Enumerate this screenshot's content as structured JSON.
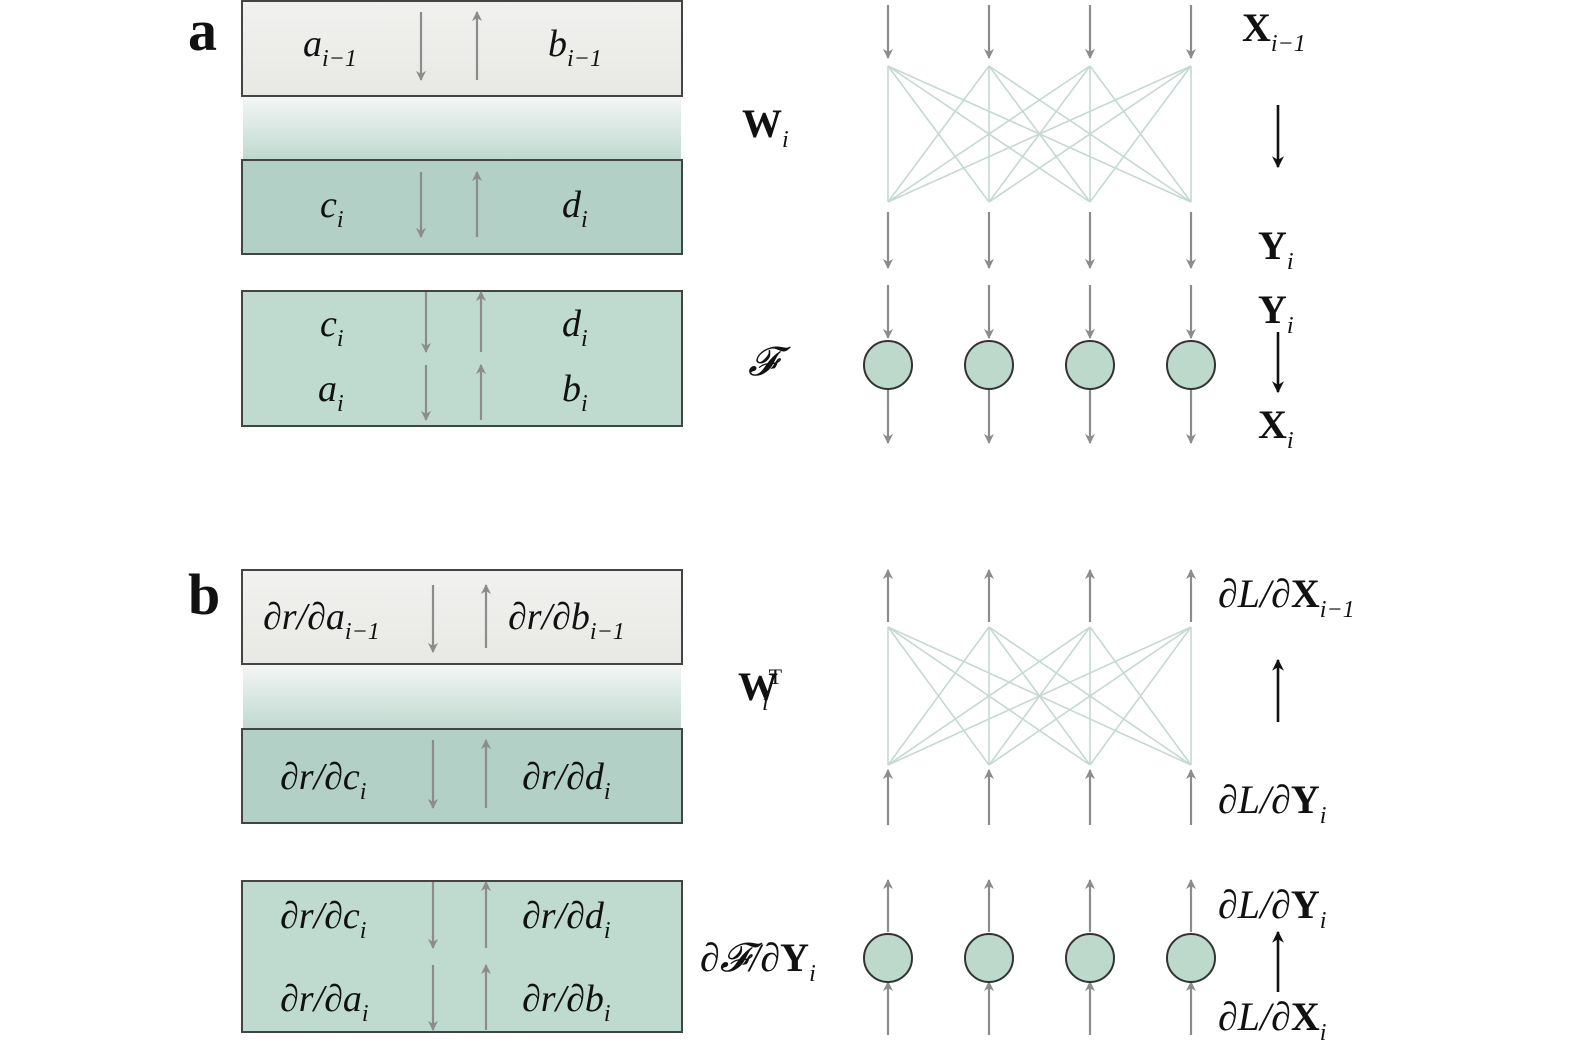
{
  "panel_a": {
    "label": "a",
    "top_box": {
      "left": "a",
      "left_sub": "i−1",
      "right": "b",
      "right_sub": "i−1"
    },
    "mid_box": {
      "left": "c",
      "left_sub": "i",
      "right": "d",
      "right_sub": "i"
    },
    "bottom_box": {
      "row1_left": "c",
      "row1_left_sub": "i",
      "row1_right": "d",
      "row1_right_sub": "i",
      "row2_left": "a",
      "row2_left_sub": "i",
      "row2_right": "b",
      "row2_right_sub": "i"
    },
    "weight_label": "W",
    "weight_sub": "i",
    "nonlinearity_label": "𝓕",
    "x_prev": "X",
    "x_prev_sub": "i−1",
    "y_out": "Y",
    "y_out_sub": "i",
    "y_in": "Y",
    "y_in_sub": "i",
    "x_out": "X",
    "x_out_sub": "i"
  },
  "panel_b": {
    "label": "b",
    "top_box": {
      "left": "∂r/∂a",
      "left_sub": "i−1",
      "right": "∂r/∂b",
      "right_sub": "i−1"
    },
    "mid_box": {
      "left": "∂r/∂c",
      "left_sub": "i",
      "right": "∂r/∂d",
      "right_sub": "i"
    },
    "bottom_box": {
      "row1_left": "∂r/∂c",
      "row1_left_sub": "i",
      "row1_right": "∂r/∂d",
      "row1_right_sub": "i",
      "row2_left": "∂r/∂a",
      "row2_left_sub": "i",
      "row2_right": "∂r/∂b",
      "row2_right_sub": "i"
    },
    "weight_label": "W",
    "weight_sub": "i",
    "weight_sup": "T",
    "nonlinearity_label_prefix": "∂𝓕/∂",
    "nonlinearity_label_bold": "Y",
    "nonlinearity_sub": "i",
    "grad_x_prev_prefix": "∂L/∂",
    "grad_x_prev": "X",
    "grad_x_prev_sub": "i−1",
    "grad_y_out_prefix": "∂L/∂",
    "grad_y_out": "Y",
    "grad_y_out_sub": "i",
    "grad_y_in_prefix": "∂L/∂",
    "grad_y_in": "Y",
    "grad_y_in_sub": "i",
    "grad_x_out_prefix": "∂L/∂",
    "grad_x_out": "X",
    "grad_x_out_sub": "i"
  },
  "colors": {
    "light_box": "#ececea",
    "dark_box": "#b3d0c6",
    "mid_box": "#bfdbd0",
    "node_fill": "#bcd9cc",
    "arrow_gray": "#8c8c8c",
    "line_light": "#c6d8d2"
  }
}
